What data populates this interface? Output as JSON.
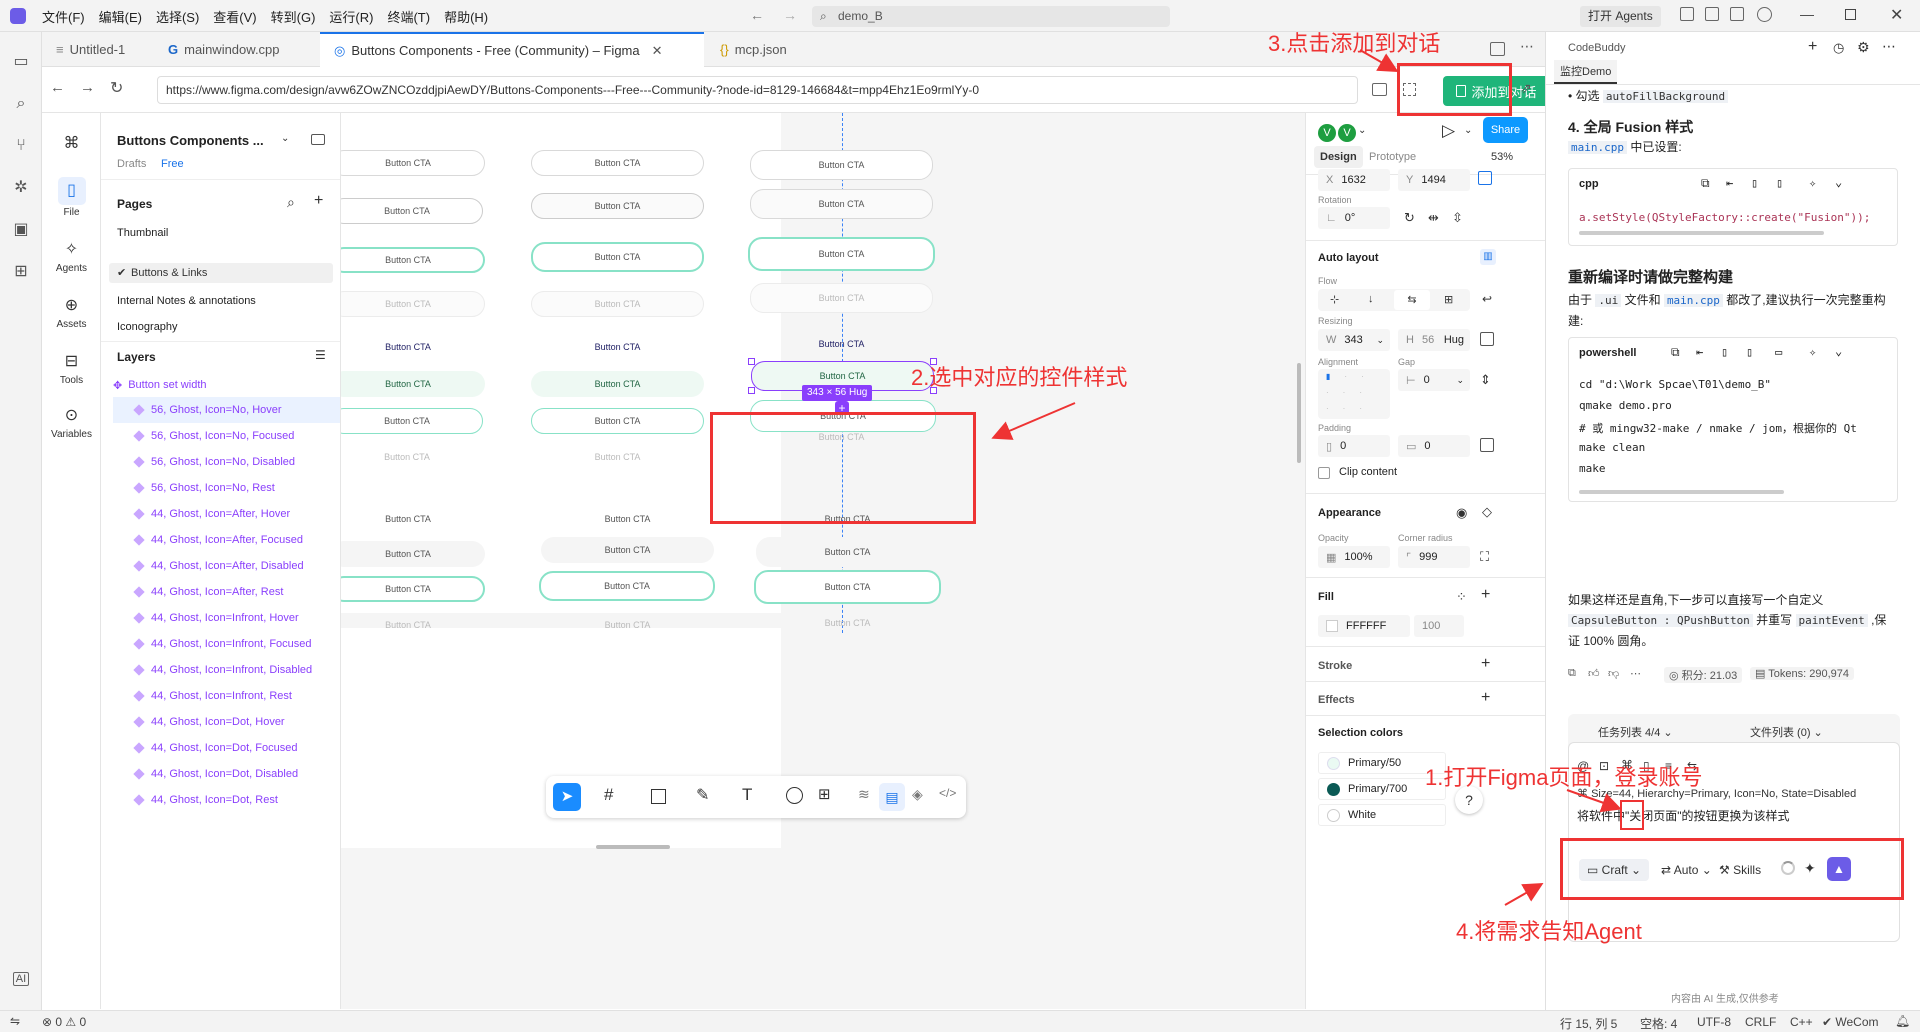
{
  "titlebar": {
    "menu": [
      "文件(F)",
      "编辑(E)",
      "选择(S)",
      "查看(V)",
      "转到(G)",
      "运行(R)",
      "终端(T)",
      "帮助(H)"
    ],
    "search": "demo_B",
    "agents": "打开 Agents"
  },
  "tabs": [
    "Untitled-1",
    "mainwindow.cpp",
    "Buttons Components - Free (Community) – Figma",
    "mcp.json"
  ],
  "url": "https://www.figma.com/design/avw6ZOwZNCOzddjpiAewDY/Buttons-Components---Free---Community-?node-id=8129-146684&t=mpp4Ehz1Eo9rmlYy-0",
  "add_to_conv": "添加到对话",
  "rail": [
    {
      "label": "File"
    },
    {
      "label": "Agents"
    },
    {
      "label": "Assets"
    },
    {
      "label": "Tools"
    },
    {
      "label": "Variables"
    }
  ],
  "layers": {
    "file_title": "Buttons Components ...",
    "drafts": "Drafts",
    "free": "Free",
    "pages_label": "Pages",
    "pages": [
      "Thumbnail",
      "Buttons & Links",
      "Internal Notes & annotations",
      "Iconography"
    ],
    "layers_label": "Layers",
    "root": "Button set width",
    "items": [
      "56, Ghost, Icon=No, Hover",
      "56, Ghost, Icon=No, Focused",
      "56, Ghost, Icon=No, Disabled",
      "56, Ghost, Icon=No, Rest",
      "44, Ghost, Icon=After, Hover",
      "44, Ghost, Icon=After, Focused",
      "44, Ghost, Icon=After, Disabled",
      "44, Ghost, Icon=After, Rest",
      "44, Ghost, Icon=Infront, Hover",
      "44, Ghost, Icon=Infront, Focused",
      "44, Ghost, Icon=Infront, Disabled",
      "44, Ghost, Icon=Infront, Rest",
      "44, Ghost, Icon=Dot, Hover",
      "44, Ghost, Icon=Dot, Focused",
      "44, Ghost, Icon=Dot, Disabled",
      "44, Ghost, Icon=Dot, Rest"
    ]
  },
  "canvas": {
    "btn_label": "Button CTA",
    "size_badge": "343 × 56 Hug"
  },
  "props": {
    "share": "Share",
    "design": "Design",
    "prototype": "Prototype",
    "zoom": "53%",
    "x_label": "X",
    "x": "1632",
    "y_label": "Y",
    "y": "1494",
    "rotation_label": "Rotation",
    "rotation": "0°",
    "auto_layout": "Auto layout",
    "flow": "Flow",
    "resizing": "Resizing",
    "w_label": "W",
    "w": "343",
    "h_label": "H",
    "h": "56",
    "hug": "Hug",
    "alignment": "Alignment",
    "gap_label": "Gap",
    "gap": "0",
    "padding": "Padding",
    "pad1": "0",
    "pad2": "0",
    "clip": "Clip content",
    "appearance": "Appearance",
    "opacity_label": "Opacity",
    "opacity": "100%",
    "radius_label": "Corner radius",
    "radius": "999",
    "fill": "Fill",
    "fill_hex": "FFFFFF",
    "fill_pct": "100",
    "stroke": "Stroke",
    "effects": "Effects",
    "sel_colors": "Selection colors",
    "colors": [
      "Primary/50",
      "Primary/700",
      "White"
    ]
  },
  "codebuddy": {
    "title": "CodeBuddy",
    "tab": "监控Demo",
    "bullet": "勾选",
    "bullet_code": "autoFillBackground",
    "h4": "4. 全局 Fusion 样式",
    "main_cpp": "main.cpp",
    "main_set": "中已设置:",
    "lang1": "cpp",
    "code1": "a.setStyle(QStyleFactory::create(\"Fusion\"));",
    "h_rebuild": "重新编译时请做完整构建",
    "p_rebuild1": "由于",
    "p_ui": ".ui",
    "p_rebuild2": "文件和",
    "p_rebuild3": "都改了,建议执行一次完整重构建:",
    "lang2": "powershell",
    "code2": [
      "cd \"d:\\Work Spcae\\T01\\demo_B\"",
      "qmake demo.pro",
      "# 或 mingw32-make / nmake / jom，根据你的 Qt",
      "make clean",
      "make"
    ],
    "p_final1": "如果这样还是直角,下一步可以直接写一个自定义",
    "p_final_code": "CapsuleButton : QPushButton",
    "p_final2": "并重写",
    "p_final_code2": "paintEvent",
    "p_final3": ",保证 100% 圆角。",
    "points": "积分: 21.03",
    "tokens": "Tokens: 290,974",
    "task_list": "任务列表 4/4",
    "file_list": "文件列表 (0)",
    "attach": "Size=44, Hierarchy=Primary, Icon=No, State=Disabled",
    "prompt": "将软件中\"关闭页面\"的按钮更换为该样式",
    "mode": "Craft",
    "auto": "Auto",
    "skills": "Skills",
    "footer": "内容由 AI 生成,仅供参考"
  },
  "status": {
    "errors": "0",
    "warnings": "0",
    "pos": "行 15, 列 5",
    "spaces": "空格: 4",
    "enc": "UTF-8",
    "eol": "CRLF",
    "lang": "C++",
    "wecom": "WeCom"
  },
  "annotations": {
    "a1": "1.打开Figma页面，登录账号",
    "a2": "2.选中对应的控件样式",
    "a3": "3.点击添加到对话",
    "a4": "4.将需求告知Agent"
  }
}
